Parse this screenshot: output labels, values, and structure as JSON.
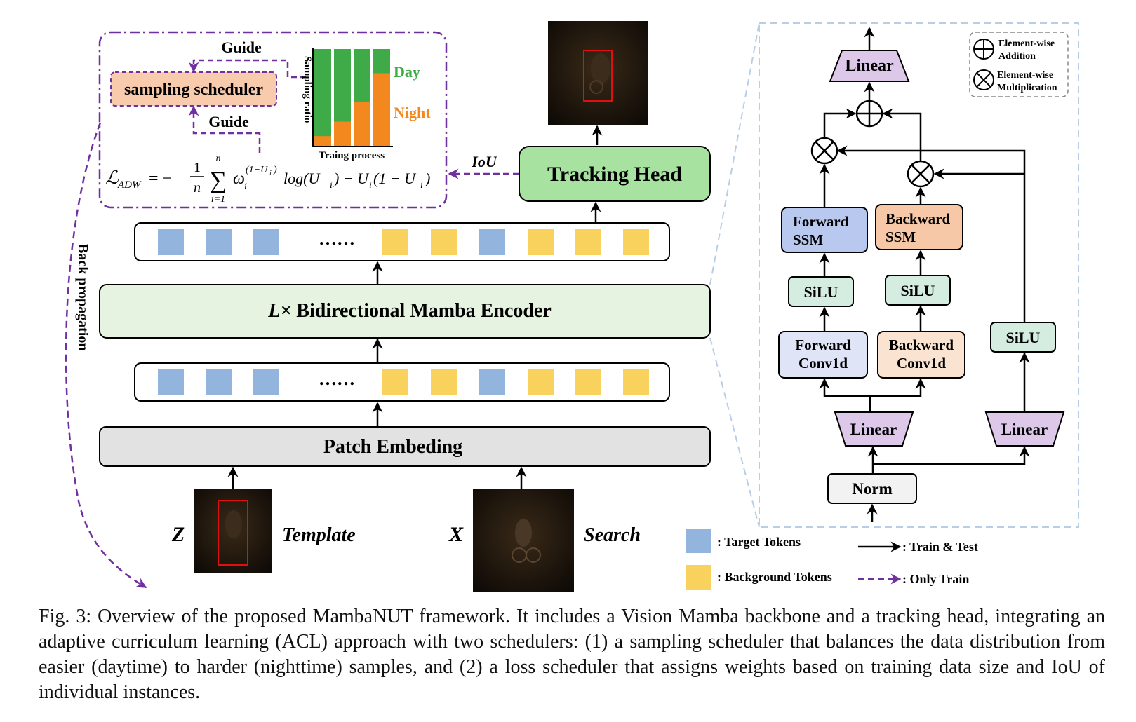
{
  "colors": {
    "target_token": "#93b4dc",
    "background_token": "#f9d25e",
    "encoder_fill": "#e5f3e0",
    "tracking_head_fill": "#a8e2a0",
    "patch_fill": "#e2e2e2",
    "purple": "#7030a0",
    "day_green": "#3faa48",
    "night_orange": "#f3881f",
    "linear_fill": "#ddc8ea",
    "silu_fill": "#d5ede1",
    "forward_ssm_fill": "#b8c8ee",
    "backward_ssm_fill": "#f6c8a8",
    "forward_conv_fill": "#dfe4f6",
    "backward_conv_fill": "#fbe3d2",
    "norm_fill": "#f2f2f2",
    "sampling_fill": "#f8cbad"
  },
  "scheduler": {
    "guide_top": "Guide",
    "guide_bottom": "Guide",
    "sampling_scheduler": "sampling scheduler",
    "y_axis_label": "Sampling ratio",
    "x_axis_label": "Traing process",
    "day_label": "Day",
    "night_label": "Night",
    "night_ratios": [
      0.1,
      0.25,
      0.45,
      0.75
    ]
  },
  "loss": {
    "lhs": "ℒ",
    "lhs_sub": "ADW",
    "eq": "= −",
    "frac_num": "1",
    "frac_den": "n",
    "sum_sym": "∑",
    "sum_top": "n",
    "sum_bottom": "i=1",
    "omega": "ω",
    "omega_sub": "i",
    "omega_sup": "(1−U",
    "omega_sup_sub": "i",
    "omega_sup_end": ")",
    "log_term": "log(U",
    "log_sub": "i",
    "mid": ") − U",
    "mid_sub": "i",
    "tail": "(1 − U",
    "tail_sub": "i",
    "tail_end": ")"
  },
  "main": {
    "iou_label": "IoU",
    "tracking_head": "Tracking Head",
    "dots": "……",
    "encoder_L": "L",
    "encoder_times": "×",
    "encoder_rest": " Bidirectional Mamba Encoder",
    "patch_embedding": "Patch Embeding",
    "back_propagation": "Back propagation",
    "template_var": "Z",
    "template_label": "Template",
    "search_var": "X",
    "search_label": "Search",
    "token_rows": [
      [
        "target",
        "target",
        "target",
        "dots",
        "background",
        "background",
        "target",
        "background",
        "background",
        "background"
      ],
      [
        "target",
        "target",
        "target",
        "dots",
        "background",
        "background",
        "target",
        "background",
        "background",
        "background"
      ]
    ]
  },
  "legend": {
    "target_tokens": ": Target Tokens",
    "background_tokens": ": Background Tokens",
    "train_test": ": Train & Test",
    "only_train": ": Only Train"
  },
  "mamba_block": {
    "linear_top": "Linear",
    "forward_ssm": [
      "Forward",
      "SSM"
    ],
    "backward_ssm": [
      "Backward",
      "SSM"
    ],
    "silu_forward": "SiLU",
    "silu_backward": "SiLU",
    "silu_right": "SiLU",
    "forward_conv": [
      "Forward",
      "Conv1d"
    ],
    "backward_conv": [
      "Backward",
      "Conv1d"
    ],
    "linear_left": "Linear",
    "linear_right": "Linear",
    "norm": "Norm",
    "legend_addition": [
      "Element-wise",
      "Addition"
    ],
    "legend_multiplication": [
      "Element-wise",
      "Multiplication"
    ]
  },
  "caption": "Fig. 3: Overview of the proposed MambaNUT framework. It includes a Vision Mamba backbone and a tracking head, integrating an adaptive curriculum learning (ACL) approach with two schedulers: (1) a sampling scheduler that balances the data distribution from easier (daytime) to harder (nighttime) samples, and (2) a loss scheduler that assigns weights based on training data size and IoU of individual instances."
}
